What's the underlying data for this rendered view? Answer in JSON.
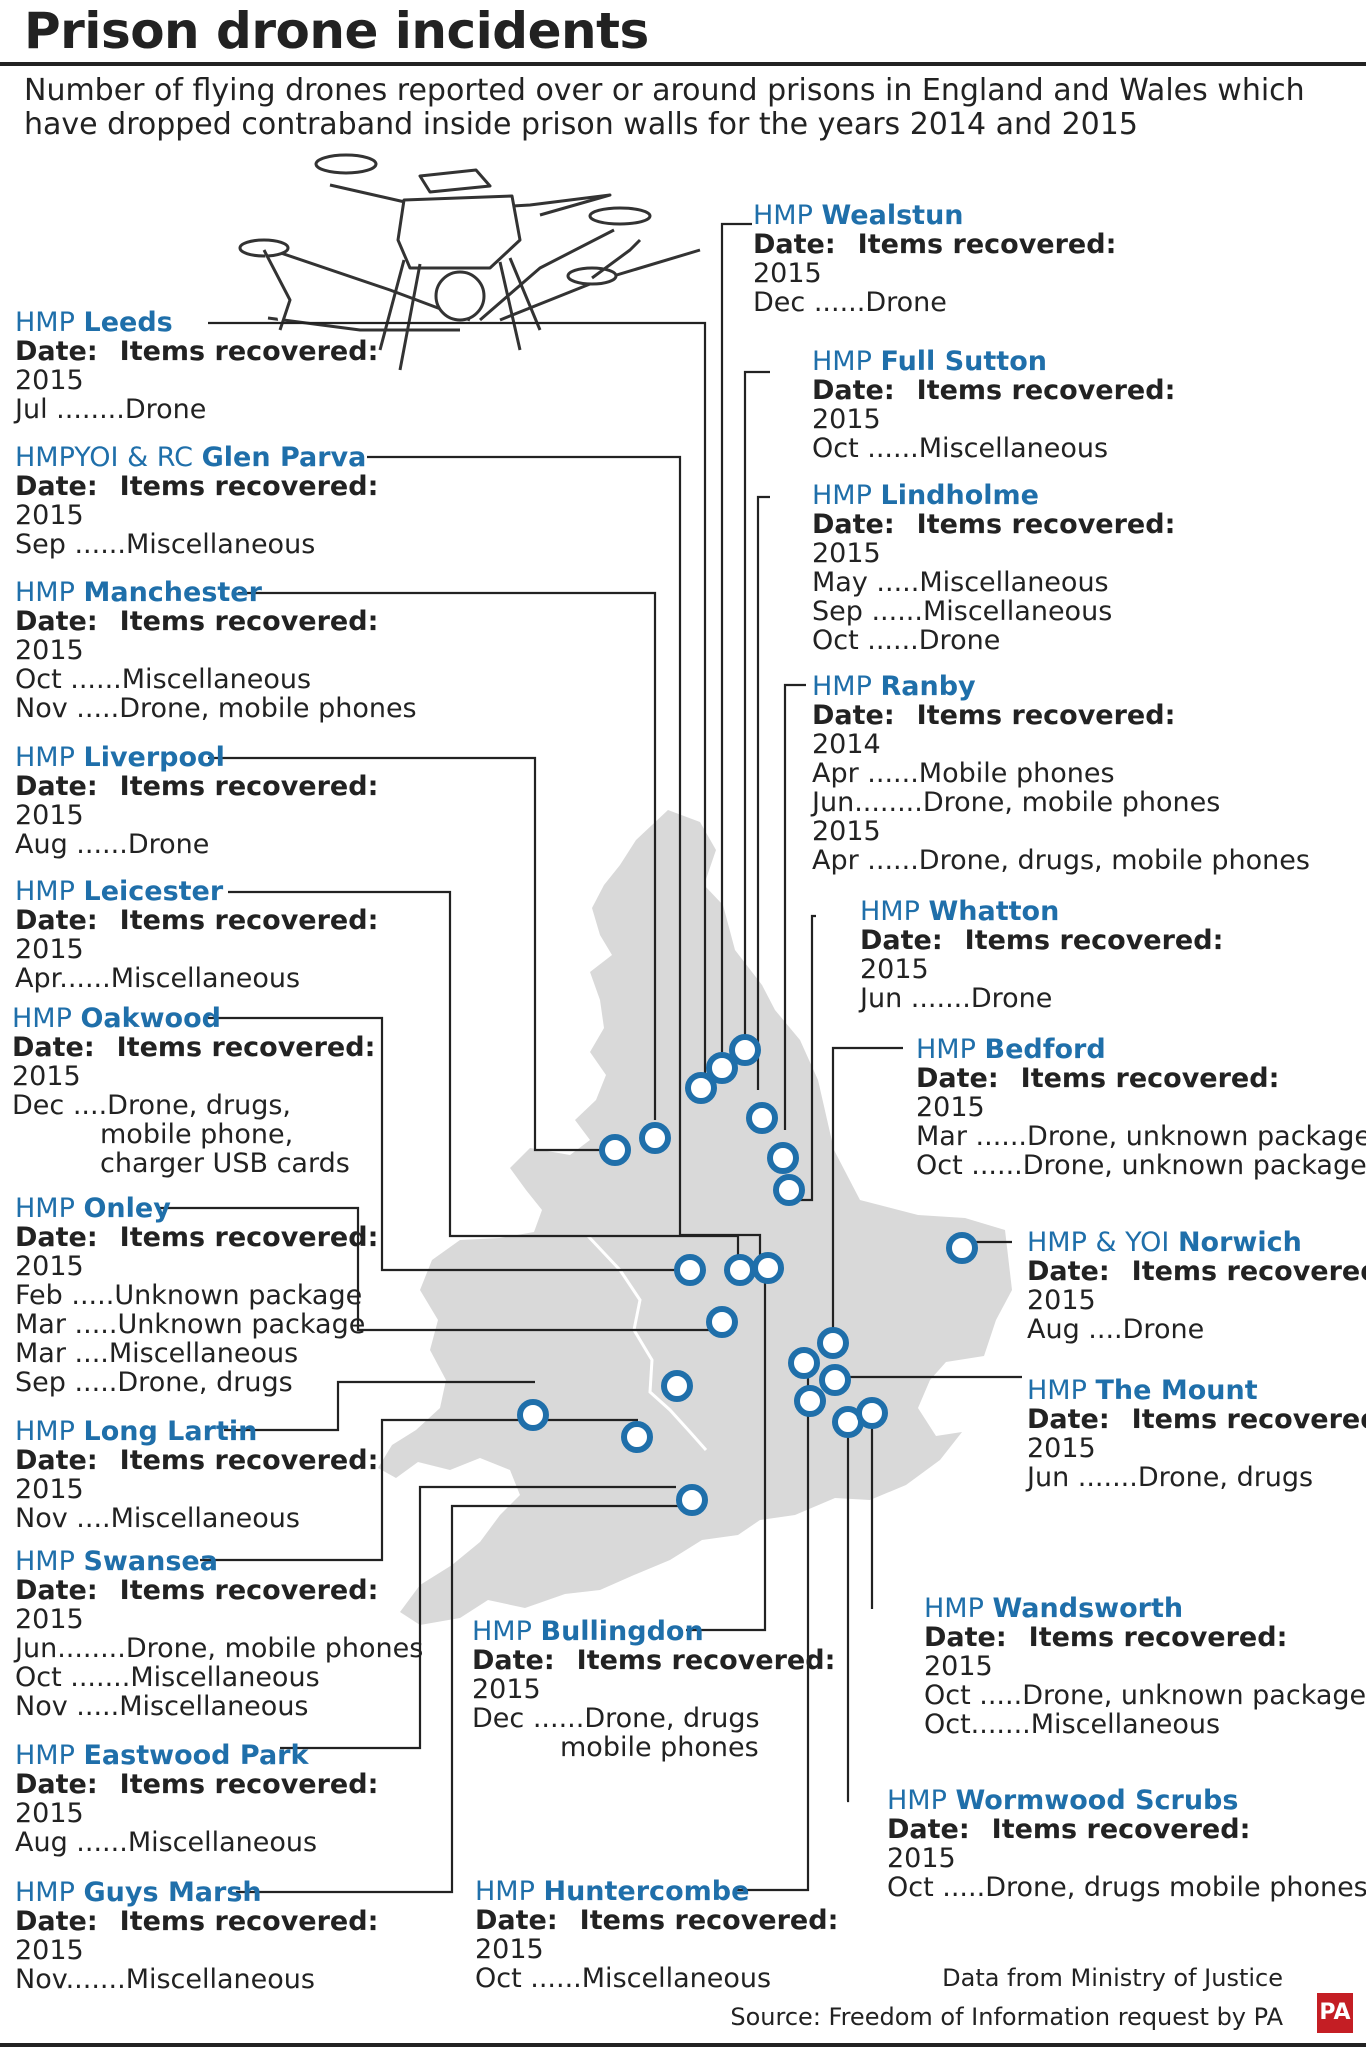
{
  "header": {
    "title": "Prison drone incidents",
    "subtitle": "Number of flying drones reported over or around prisons in England and Wales which have dropped contraband inside prison walls for the years 2014 and 2015"
  },
  "labels": {
    "date": "Date:",
    "items": "Items recovered:"
  },
  "colors": {
    "accent": "#1f6faa",
    "map": "#d9d9d9",
    "line": "#222222",
    "logo": "#c41e24"
  },
  "prisons": [
    {
      "prefix": "HMP",
      "name": "Leeds",
      "rows": [
        {
          "year": "2015"
        },
        {
          "m": "Jul ........",
          "t": "Drone"
        }
      ]
    },
    {
      "prefix": "HMPYOI & RC",
      "name": "Glen Parva",
      "rows": [
        {
          "year": "2015"
        },
        {
          "m": "Sep ......",
          "t": "Miscellaneous"
        }
      ]
    },
    {
      "prefix": "HMP",
      "name": "Manchester",
      "rows": [
        {
          "year": "2015"
        },
        {
          "m": "Oct ......",
          "t": "Miscellaneous"
        },
        {
          "m": "Nov .....",
          "t": "Drone, mobile phones"
        }
      ]
    },
    {
      "prefix": "HMP",
      "name": "Liverpool",
      "rows": [
        {
          "year": "2015"
        },
        {
          "m": "Aug ......",
          "t": "Drone"
        }
      ]
    },
    {
      "prefix": "HMP",
      "name": "Leicester",
      "rows": [
        {
          "year": "2015"
        },
        {
          "m": "Apr......",
          "t": "Miscellaneous"
        }
      ]
    },
    {
      "prefix": "HMP",
      "name": "Oakwood",
      "rows": [
        {
          "year": "2015"
        },
        {
          "m": "Dec ....",
          "t": "Drone, drugs,"
        },
        {
          "m": "",
          "t": "mobile phone,",
          "cont": true
        },
        {
          "m": "",
          "t": "charger USB cards",
          "cont": true
        }
      ]
    },
    {
      "prefix": "HMP",
      "name": "Onley",
      "rows": [
        {
          "year": "2015"
        },
        {
          "m": "Feb .....",
          "t": "Unknown package"
        },
        {
          "m": "Mar .....",
          "t": "Unknown package"
        },
        {
          "m": "Mar ....",
          "t": "Miscellaneous"
        },
        {
          "m": "Sep .....",
          "t": "Drone, drugs"
        }
      ]
    },
    {
      "prefix": "HMP",
      "name": "Long Lartin",
      "rows": [
        {
          "year": "2015"
        },
        {
          "m": "Nov ....",
          "t": "Miscellaneous"
        }
      ]
    },
    {
      "prefix": "HMP",
      "name": "Swansea",
      "rows": [
        {
          "year": "2015"
        },
        {
          "m": "Jun........",
          "t": "Drone, mobile phones"
        },
        {
          "m": "Oct .......",
          "t": "Miscellaneous"
        },
        {
          "m": "Nov .....",
          "t": "Miscellaneous"
        }
      ]
    },
    {
      "prefix": "HMP",
      "name": "Eastwood Park",
      "rows": [
        {
          "year": "2015"
        },
        {
          "m": "Aug ......",
          "t": "Miscellaneous"
        }
      ]
    },
    {
      "prefix": "HMP",
      "name": "Guys Marsh",
      "rows": [
        {
          "year": "2015"
        },
        {
          "m": "Nov.......",
          "t": "Miscellaneous"
        }
      ]
    },
    {
      "prefix": "HMP",
      "name": "Bullingdon",
      "rows": [
        {
          "year": "2015"
        },
        {
          "m": "Dec ......",
          "t": "Drone, drugs"
        },
        {
          "m": "",
          "t": "mobile phones",
          "cont": true
        }
      ]
    },
    {
      "prefix": "HMP",
      "name": "Huntercombe",
      "rows": [
        {
          "year": "2015"
        },
        {
          "m": "Oct ......",
          "t": "Miscellaneous"
        }
      ]
    },
    {
      "prefix": "HMP",
      "name": "Wealstun",
      "rows": [
        {
          "year": "2015"
        },
        {
          "m": "Dec ......",
          "t": "Drone"
        }
      ]
    },
    {
      "prefix": "HMP",
      "name": "Full Sutton",
      "rows": [
        {
          "year": "2015"
        },
        {
          "m": "Oct ......",
          "t": "Miscellaneous"
        }
      ]
    },
    {
      "prefix": "HMP",
      "name": "Lindholme",
      "rows": [
        {
          "year": "2015"
        },
        {
          "m": "May .....",
          "t": "Miscellaneous"
        },
        {
          "m": "Sep ......",
          "t": "Miscellaneous"
        },
        {
          "m": "Oct ......",
          "t": "Drone"
        }
      ]
    },
    {
      "prefix": "HMP",
      "name": "Ranby",
      "rows": [
        {
          "year": "2014"
        },
        {
          "m": "Apr ......",
          "t": "Mobile phones"
        },
        {
          "m": "Jun........",
          "t": "Drone, mobile phones"
        },
        {
          "year": "2015"
        },
        {
          "m": "Apr ......",
          "t": "Drone, drugs, mobile phones"
        }
      ]
    },
    {
      "prefix": "HMP",
      "name": "Whatton",
      "rows": [
        {
          "year": "2015"
        },
        {
          "m": "Jun .......",
          "t": "Drone"
        }
      ]
    },
    {
      "prefix": "HMP",
      "name": "Bedford",
      "rows": [
        {
          "year": "2015"
        },
        {
          "m": "Mar ......",
          "t": "Drone, unknown package"
        },
        {
          "m": "Oct ......",
          "t": "Drone, unknown package"
        }
      ]
    },
    {
      "prefix": "HMP & YOI",
      "name": "Norwich",
      "rows": [
        {
          "year": "2015"
        },
        {
          "m": "Aug ....",
          "t": "Drone"
        }
      ]
    },
    {
      "prefix": "HMP",
      "name": "The Mount",
      "rows": [
        {
          "year": "2015"
        },
        {
          "m": "Jun .......",
          "t": "Drone, drugs"
        }
      ]
    },
    {
      "prefix": "HMP",
      "name": "Wandsworth",
      "rows": [
        {
          "year": "2015"
        },
        {
          "m": "Oct .....",
          "t": "Drone, unknown package"
        },
        {
          "m": "Oct.......",
          "t": "Miscellaneous"
        }
      ]
    },
    {
      "prefix": "HMP",
      "name": "Wormwood Scrubs",
      "rows": [
        {
          "year": "2015"
        },
        {
          "m": "Oct .....",
          "t": "Drone, drugs mobile phones"
        }
      ]
    }
  ],
  "footer": {
    "data_note": "Data from Ministry of Justice",
    "source": "Source: Freedom of Information request by PA",
    "logo": "PA"
  }
}
